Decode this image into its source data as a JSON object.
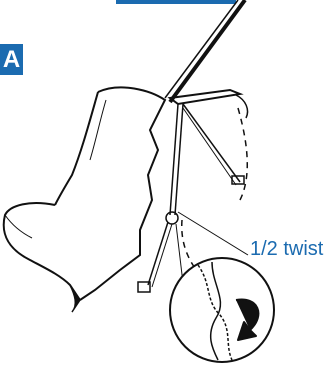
{
  "step_badge": "A",
  "callout_label": "1/2 twist",
  "colors": {
    "accent": "#1b6bb0",
    "line": "#111111"
  },
  "icons": [
    "seat-illustration",
    "latch-strap-illustration",
    "twist-arrow-icon",
    "magnifier-circle"
  ]
}
